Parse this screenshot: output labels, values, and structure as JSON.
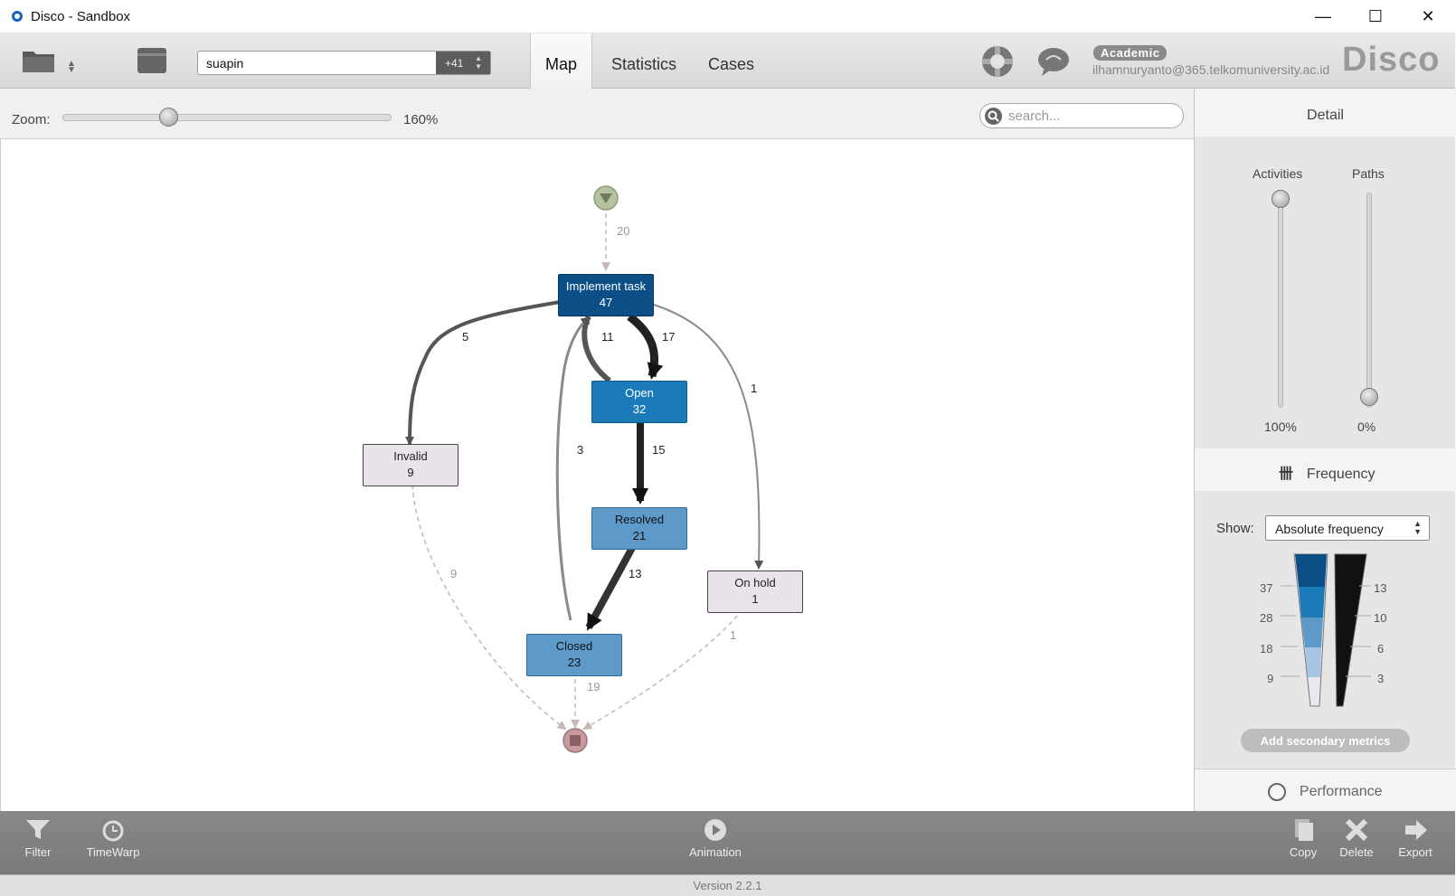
{
  "window": {
    "title": "Disco - Sandbox",
    "minimize": "—",
    "maximize": "☐",
    "close": "✕"
  },
  "toolbar": {
    "log_name": "suapin",
    "log_count": "+41",
    "tabs": [
      {
        "label": "Map",
        "active": true
      },
      {
        "label": "Statistics"
      },
      {
        "label": "Cases"
      }
    ],
    "license_badge": "Academic",
    "user_email": "ilhamnuryanto@365.telkomuniversity.ac.id",
    "brand": "Disco"
  },
  "zoom": {
    "label": "Zoom:",
    "value": "160%",
    "level": 0.3
  },
  "search": {
    "placeholder": "search..."
  },
  "map": {
    "nodes": [
      {
        "id": "implement",
        "name": "Implement task",
        "count": "47"
      },
      {
        "id": "open",
        "name": "Open",
        "count": "32"
      },
      {
        "id": "invalid",
        "name": "Invalid",
        "count": "9"
      },
      {
        "id": "resolved",
        "name": "Resolved",
        "count": "21"
      },
      {
        "id": "onhold",
        "name": "On hold",
        "count": "1"
      },
      {
        "id": "closed",
        "name": "Closed",
        "count": "23"
      }
    ],
    "edges": [
      {
        "from": "start",
        "to": "implement",
        "label": "20"
      },
      {
        "from": "implement",
        "to": "invalid",
        "label": "5"
      },
      {
        "from": "open",
        "to": "implement",
        "label": "11"
      },
      {
        "from": "implement",
        "to": "open",
        "label": "17"
      },
      {
        "from": "implement",
        "to": "onhold",
        "label": "1"
      },
      {
        "from": "closed",
        "to": "implement",
        "label": "3"
      },
      {
        "from": "open",
        "to": "resolved",
        "label": "15"
      },
      {
        "from": "invalid",
        "to": "end",
        "label": "9"
      },
      {
        "from": "resolved",
        "to": "closed",
        "label": "13"
      },
      {
        "from": "onhold",
        "to": "end",
        "label": "1"
      },
      {
        "from": "closed",
        "to": "end",
        "label": "19"
      }
    ]
  },
  "panel": {
    "detail_label": "Detail",
    "activities_label": "Activities",
    "paths_label": "Paths",
    "activities_value": "100%",
    "paths_value": "0%",
    "frequency_label": "Frequency",
    "show_label": "Show:",
    "show_value": "Absolute frequency",
    "activity_scale": [
      "37",
      "28",
      "18",
      "9"
    ],
    "path_scale": [
      "13",
      "10",
      "6",
      "3"
    ],
    "secondary_button": "Add secondary metrics",
    "performance_label": "Performance"
  },
  "bottom": {
    "filter": "Filter",
    "timewarp": "TimeWarp",
    "animation": "Animation",
    "copy": "Copy",
    "delete": "Delete",
    "export": "Export",
    "version": "Version 2.2.1"
  },
  "colors": {
    "node_dark": "#0b4f86",
    "node_mid": "#1a7bb8",
    "node_light": "#6ea3cf",
    "node_pale": "#e8e4ea",
    "start": "#b5c2a0",
    "end": "#c99a9e"
  }
}
